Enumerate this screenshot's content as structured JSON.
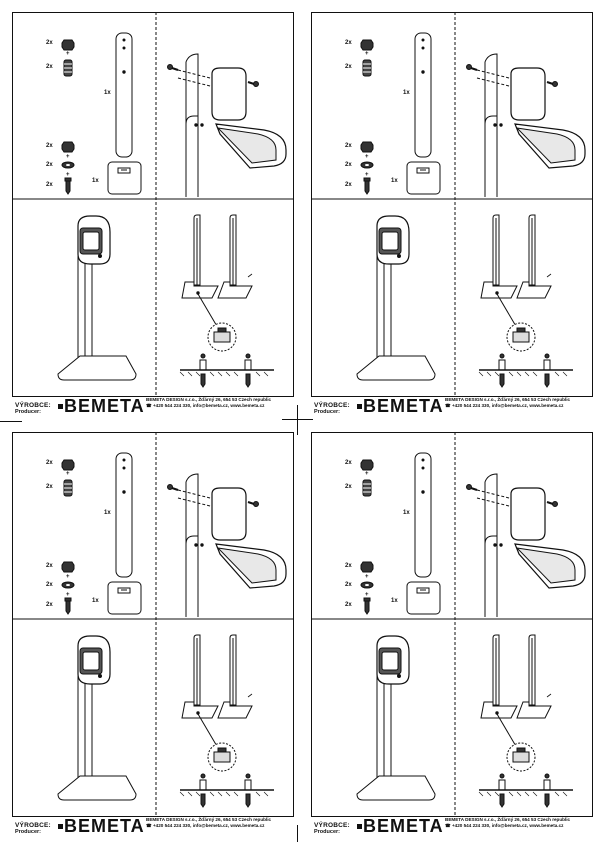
{
  "sheets": [
    {
      "qty": {
        "nut": "2x",
        "anchor": "2x",
        "pillar": "1x",
        "nut2": "2x",
        "washer": "2x",
        "screw": "2x",
        "base": "1x"
      },
      "plus": "+",
      "footer": {
        "manufacturer_label": "VÝROBCE:",
        "producer_label": "Producer:",
        "logo": "BEMETA",
        "address_line1": "BEMETA DESIGN s.r.o., Žďárný 26, 654 53 Czech republic",
        "address_line2": "☎ +420 544 224 330, info@bemeta.cz, www.bemeta.cz"
      }
    },
    {
      "qty": {
        "nut": "2x",
        "anchor": "2x",
        "pillar": "1x",
        "nut2": "2x",
        "washer": "2x",
        "screw": "2x",
        "base": "1x"
      },
      "plus": "+",
      "footer": {
        "manufacturer_label": "VÝROBCE:",
        "producer_label": "Producer:",
        "logo": "BEMETA",
        "address_line1": "BEMETA DESIGN s.r.o., Žďárný 26, 654 53 Czech republic",
        "address_line2": "☎ +420 544 224 330, info@bemeta.cz, www.bemeta.cz"
      }
    },
    {
      "qty": {
        "nut": "2x",
        "anchor": "2x",
        "pillar": "1x",
        "nut2": "2x",
        "washer": "2x",
        "screw": "2x",
        "base": "1x"
      },
      "plus": "+",
      "footer": {
        "manufacturer_label": "VÝROBCE:",
        "producer_label": "Producer:",
        "logo": "BEMETA",
        "address_line1": "BEMETA DESIGN s.r.o., Žďárný 26, 654 53 Czech republic",
        "address_line2": "☎ +420 544 224 330, info@bemeta.cz, www.bemeta.cz"
      }
    },
    {
      "qty": {
        "nut": "2x",
        "anchor": "2x",
        "pillar": "1x",
        "nut2": "2x",
        "washer": "2x",
        "screw": "2x",
        "base": "1x"
      },
      "plus": "+",
      "footer": {
        "manufacturer_label": "VÝROBCE:",
        "producer_label": "Producer:",
        "logo": "BEMETA",
        "address_line1": "BEMETA DESIGN s.r.o., Žďárný 26, 654 53 Czech republic",
        "address_line2": "☎ +420 544 224 330, info@bemeta.cz, www.bemeta.cz"
      }
    }
  ]
}
